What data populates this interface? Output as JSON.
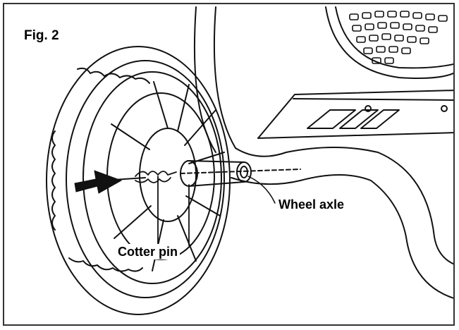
{
  "figure": {
    "label": "Fig. 2"
  },
  "callouts": {
    "wheel_axle": "Wheel axle",
    "cotter_pin": "Cotter pin"
  },
  "colors": {
    "line": "#111111",
    "background": "#ffffff"
  },
  "icons": [
    "arrow-icon"
  ]
}
